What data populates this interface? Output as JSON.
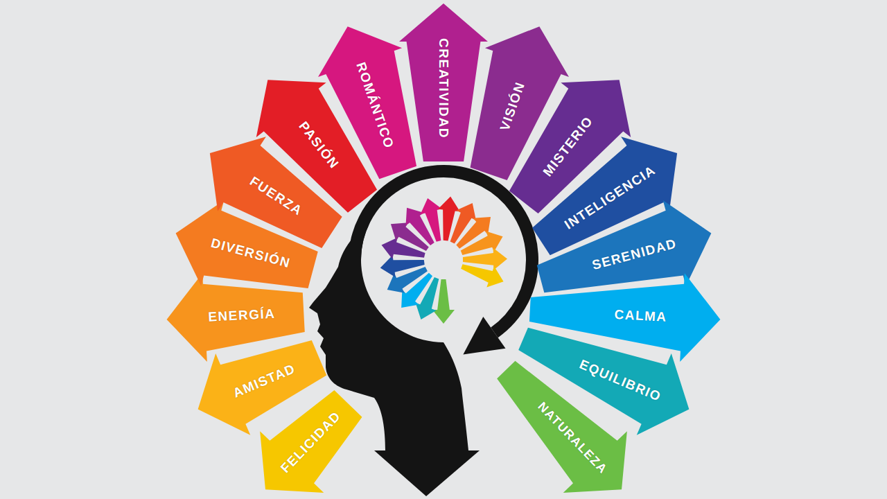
{
  "diagram": {
    "nodes": [
      {
        "text": [
          "FELICIDAD"
        ]
      },
      {
        "text": [
          "AMISTAD"
        ]
      },
      {
        "text": [
          "ENERGÍA"
        ]
      },
      {
        "text": [
          "DIVERSIÓN"
        ]
      },
      {
        "text": [
          "FUERZA"
        ]
      },
      {
        "text": [
          "PASIÓN"
        ]
      },
      {
        "text": [
          "ROMÁNTICO"
        ]
      },
      {
        "text": [
          "CREATIVIDAD"
        ]
      },
      {
        "text": [
          "VISIÓN"
        ]
      },
      {
        "text": [
          "MISTERIO"
        ]
      },
      {
        "text": [
          "INTELIGENCIA"
        ]
      },
      {
        "text": [
          "SERENIDAD"
        ]
      },
      {
        "text": [
          "CALMA"
        ]
      },
      {
        "text": [
          "EQUILIBRIO"
        ]
      },
      {
        "text": [
          "NATURALEZA"
        ]
      }
    ]
  }
}
